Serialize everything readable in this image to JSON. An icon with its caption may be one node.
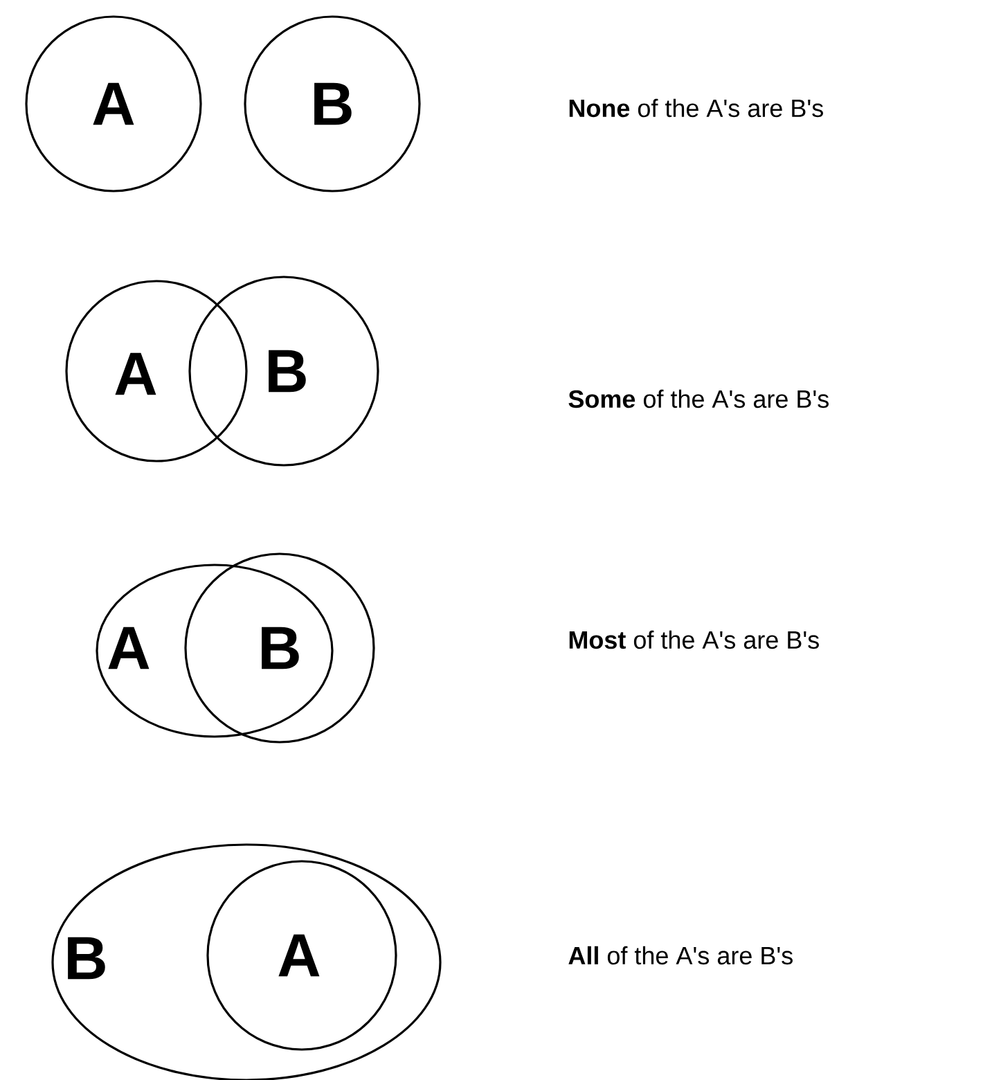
{
  "diagram": {
    "nodes": [
      {
        "text": [
          "A"
        ]
      },
      {
        "text": [
          "B"
        ]
      },
      {
        "text": [
          "A"
        ]
      },
      {
        "text": [
          "B"
        ]
      },
      {
        "text": [
          "A"
        ]
      },
      {
        "text": [
          "B"
        ]
      },
      {
        "text": [
          "B"
        ]
      },
      {
        "text": [
          "A"
        ],
        "in": 6
      }
    ],
    "labels": [
      "**None** of the A's are B's",
      "**Some** of the A's are B's",
      "**Most** of the A's are B's",
      "**All** of the A's are B's"
    ]
  }
}
